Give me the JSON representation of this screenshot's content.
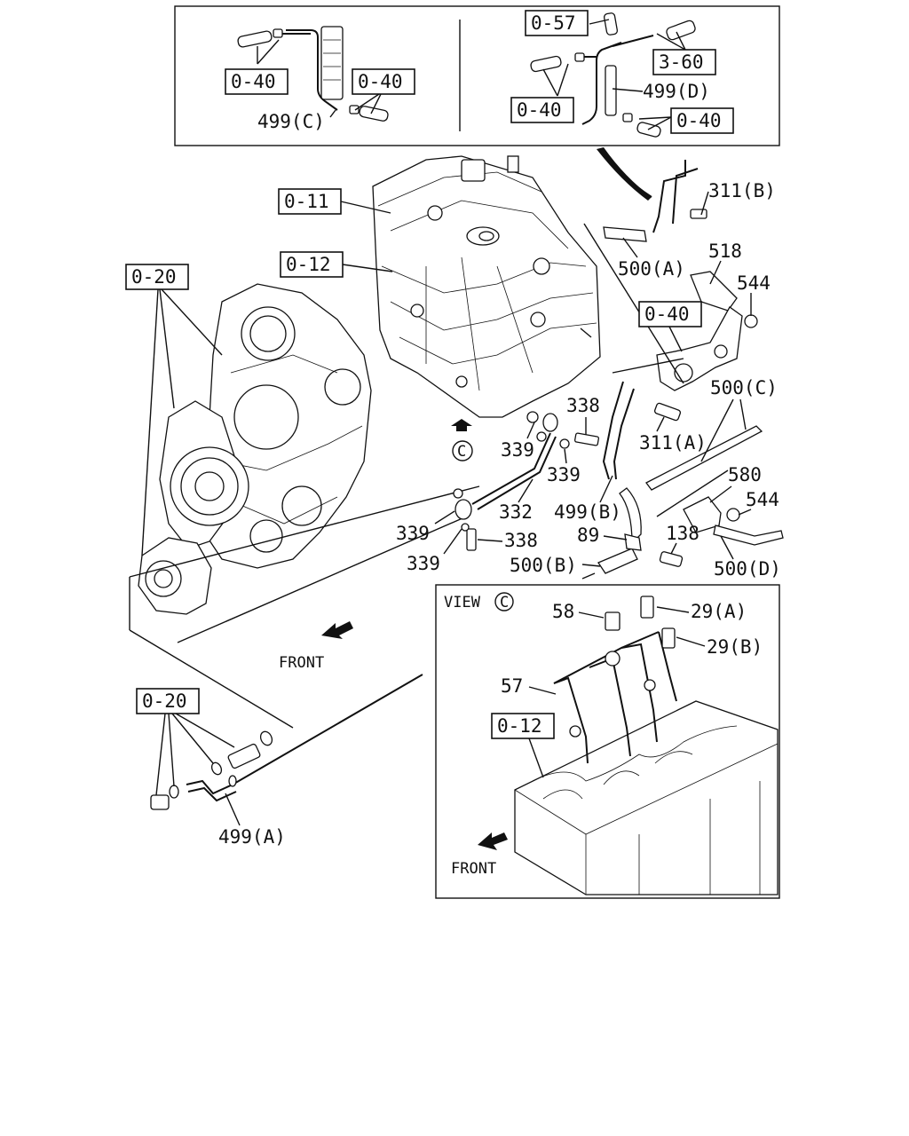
{
  "top_inset": {
    "left": {
      "ref_a": "0-40",
      "ref_b": "0-40",
      "part": "499(C)"
    },
    "right": {
      "ref_a": "0-57",
      "ref_b": "3-60",
      "ref_c": "0-40",
      "ref_d": "0-40",
      "part": "499(D)"
    }
  },
  "engine": {
    "ref_block": "0-11",
    "ref_cover": "0-12",
    "ref_front": "0-20",
    "view_marker": "C",
    "front_label": "FRONT"
  },
  "callouts": {
    "p311b": "311(B)",
    "p518": "518",
    "p544a": "544",
    "ref040": "0-40",
    "p500a": "500(A)",
    "p500c": "500(C)",
    "p338a": "338",
    "p339a": "339",
    "p339b": "339",
    "p311a": "311(A)",
    "p580": "580",
    "p544b": "544",
    "p332": "332",
    "p499b": "499(B)",
    "p138": "138",
    "p339c": "339",
    "p338b": "338",
    "p89": "89",
    "p339d": "339",
    "p500b": "500(B)",
    "p500d": "500(D)"
  },
  "lower_left": {
    "ref": "0-20",
    "part": "499(A)"
  },
  "view_c": {
    "title_prefix": "VIEW",
    "title_marker": "C",
    "p58": "58",
    "p29a": "29(A)",
    "p29b": "29(B)",
    "p57": "57",
    "ref": "0-12",
    "front_label": "FRONT"
  }
}
